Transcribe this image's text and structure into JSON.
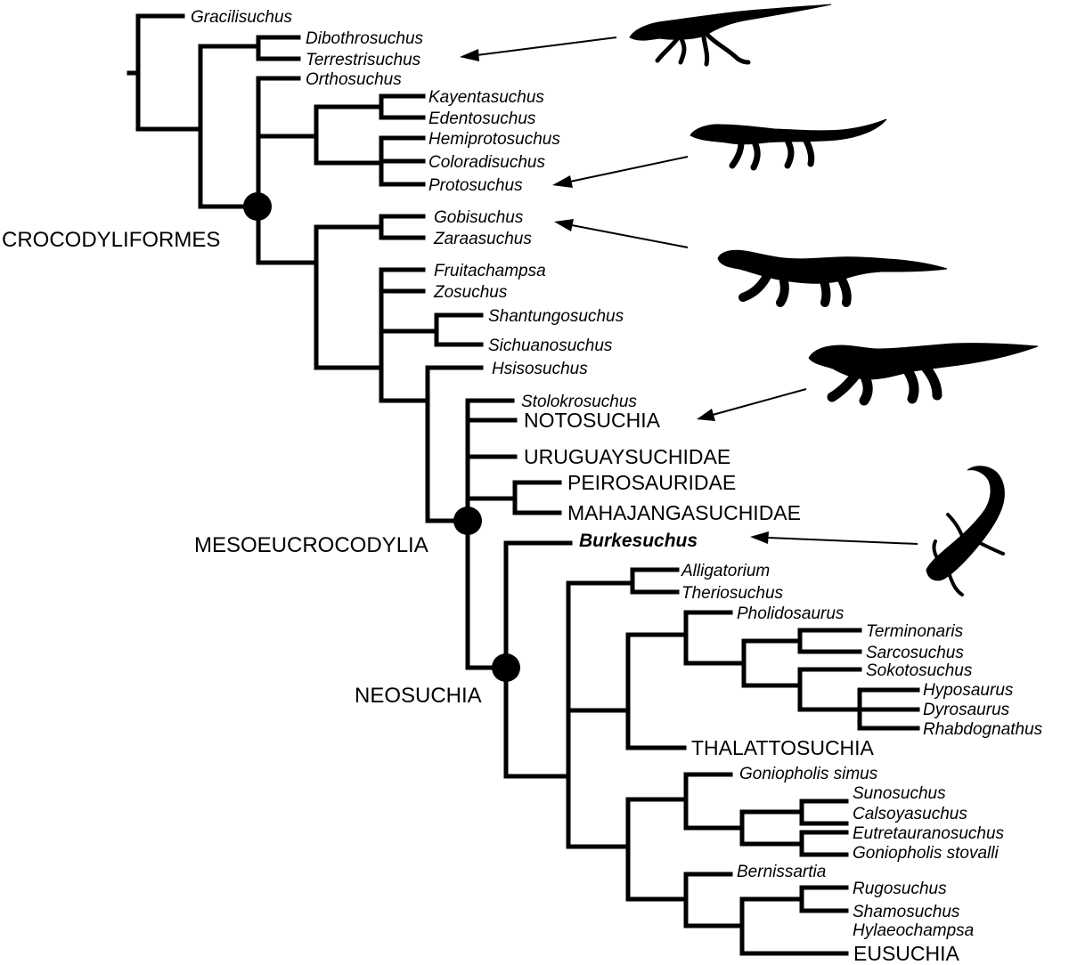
{
  "diagram": {
    "type": "phylogenetic-tree",
    "colors": {
      "ink": "#000000",
      "background": "#ffffff"
    },
    "node_labels": {
      "crocodyliformes": "CROCODYLIFORMES",
      "mesoeucrocodylia": "MESOEUCROCODYLIA",
      "neosuchia": "NEOSUCHIA"
    },
    "taxa": {
      "gracilisuchus": "Gracilisuchus",
      "dibothrosuchus": "Dibothrosuchus",
      "terrestrisuchus": "Terrestrisuchus",
      "orthosuchus": "Orthosuchus",
      "kayentasuchus": "Kayentasuchus",
      "edentosuchus": "Edentosuchus",
      "hemiprotosuchus": "Hemiprotosuchus",
      "coloradisuchus": "Coloradisuchus",
      "protosuchus": "Protosuchus",
      "gobisuchus": "Gobisuchus",
      "zaraasuchus": "Zaraasuchus",
      "fruitachampsa": "Fruitachampsa",
      "zosuchus": "Zosuchus",
      "shantungosuchus": "Shantungosuchus",
      "sichuanosuchus": "Sichuanosuchus",
      "hsisosuchus": "Hsisosuchus",
      "stolokrosuchus": "Stolokrosuchus",
      "notosuchia": "NOTOSUCHIA",
      "uruguaysuchidae": "URUGUAYSUCHIDAE",
      "peirosauridae": "PEIROSAURIDAE",
      "mahajangasuchidae": "MAHAJANGASUCHIDAE",
      "burkesuchus": "Burkesuchus",
      "alligatorium": "Alligatorium",
      "theriosuchus": "Theriosuchus",
      "pholidosaurus": "Pholidosaurus",
      "terminonaris": "Terminonaris",
      "sarcosuchus": "Sarcosuchus",
      "sokotosuchus": "Sokotosuchus",
      "hyposaurus": "Hyposaurus",
      "dyrosaurus": "Dyrosaurus",
      "rhabdognathus": "Rhabdognathus",
      "thalattosuchia": "THALATTOSUCHIA",
      "goniopholis_simus": "Goniopholis simus",
      "sunosuchus": "Sunosuchus",
      "calsoyasuchus": "Calsoyasuchus",
      "eutretauranosuchus": "Eutretauranosuchus",
      "goniopholis_stovalli": "Goniopholis stovalli",
      "bernissartia": "Bernissartia",
      "rugosuchus": "Rugosuchus",
      "shamosuchus": "Shamosuchus",
      "hylaeochampsa": "Hylaeochampsa",
      "eusuchia": "EUSUCHIA"
    },
    "silhouettes": [
      "terrestrisuchus-silhouette",
      "protosuchus-silhouette",
      "gobisuchus-silhouette",
      "notosuchian-silhouette",
      "burkesuchus-silhouette"
    ]
  }
}
